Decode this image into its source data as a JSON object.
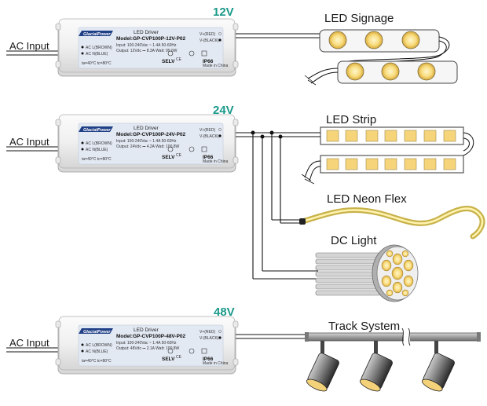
{
  "colors": {
    "voltage": "#1a9a8a",
    "wire": "#111111",
    "led_yellow": "#f7d97a",
    "metal": "#8c8c8c"
  },
  "rows": [
    {
      "ac_label": "AC Input",
      "voltage": "12V",
      "driver": {
        "brand": "GlacialPower",
        "title": "LED Driver",
        "model": "Model:GP-CVP100P-12V-P02",
        "input": "Input: 100-240Vac ~ 1.4A  50-60Hz",
        "output": "Output: 12Vdc ⎓ 8.3A  Watt: 99.6W",
        "ac_l": "AC L(BROWN)",
        "ac_n": "AC N(BLUE)",
        "vplus": "V+(RED)",
        "vminus": "V-(BLACK)",
        "temps": "ta=40°C  tc=80°C",
        "selv": "SELV",
        "ip": "IP66",
        "made": "Made in China"
      }
    },
    {
      "ac_label": "AC Input",
      "voltage": "24V",
      "driver": {
        "brand": "GlacialPower",
        "title": "LED Driver",
        "model": "Model:GP-CVP100P-24V-P02",
        "input": "Input: 100-240Vac ~ 1.4A  50-60Hz",
        "output": "Output: 24Vdc ⎓ 4.2A  Watt: 100.8W",
        "ac_l": "AC L(BROWN)",
        "ac_n": "AC N(BLUE)",
        "vplus": "V+(RED)",
        "vminus": "V-(BLACK)",
        "temps": "ta=40°C  tc=80°C",
        "selv": "SELV",
        "ip": "IP66",
        "made": "Made in China"
      }
    },
    {
      "ac_label": "AC Input",
      "voltage": "48V",
      "driver": {
        "brand": "GlacialPower",
        "title": "LED Driver",
        "model": "Model:GP-CVP100P-48V-P02",
        "input": "Input: 100-240Vac ~ 1.4A  50-60Hz",
        "output": "Output: 48Vdc ⎓ 2.1A  Watt: 100.8W",
        "ac_l": "AC L(BROWN)",
        "ac_n": "AC N(BLUE)",
        "vplus": "V+(RED)",
        "vminus": "V-(BLACK)",
        "temps": "ta=40°C  tc=80°C",
        "selv": "SELV",
        "ip": "IP66",
        "made": "Made in China"
      }
    }
  ],
  "loads": {
    "signage": "LED Signage",
    "strip": "LED Strip",
    "neon": "LED Neon Flex",
    "dc_light": "DC Light",
    "track": "Track System"
  }
}
